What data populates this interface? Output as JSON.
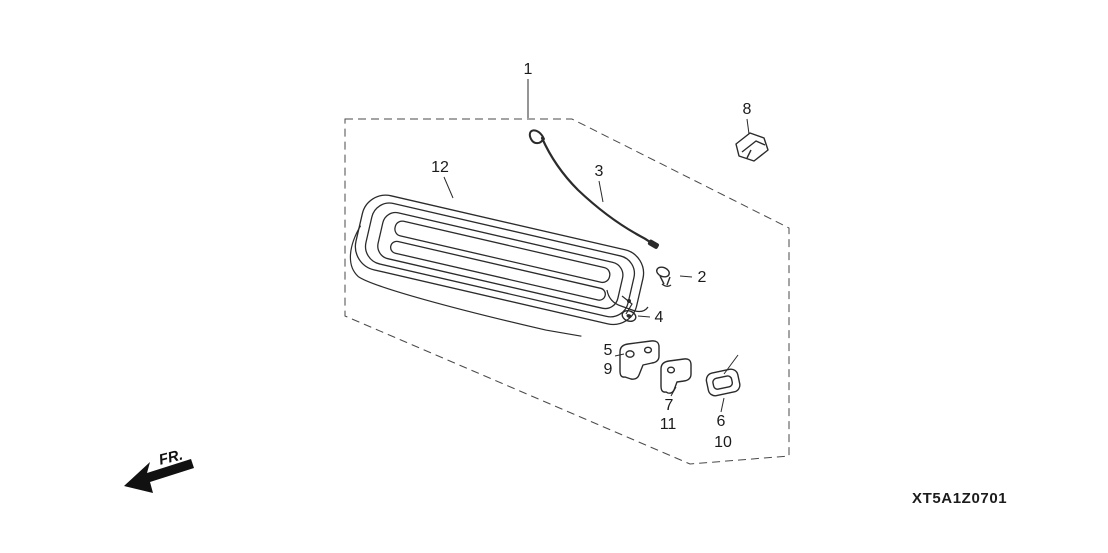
{
  "diagram": {
    "code": "XT5A1Z0701",
    "direction_label": "FR.",
    "callouts": {
      "c1": "1",
      "c2": "2",
      "c3": "3",
      "c4": "4",
      "c5": "5",
      "c6": "6",
      "c7": "7",
      "c8": "8",
      "c9": "9",
      "c10": "10",
      "c11": "11",
      "c12": "12"
    },
    "colors": {
      "line": "#2b2b2b",
      "background": "#ffffff",
      "dashed_box": "#4a4a4a"
    }
  }
}
